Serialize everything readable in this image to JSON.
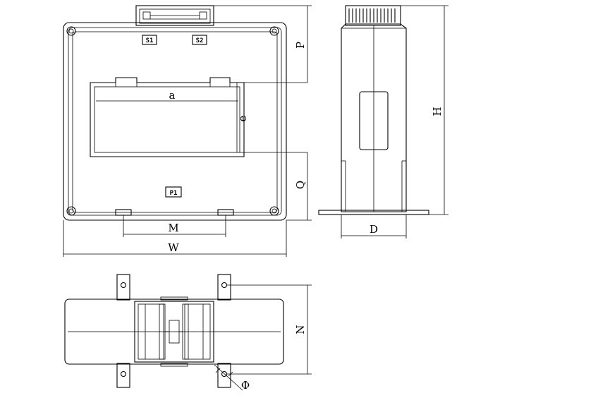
{
  "terminals": {
    "s1": "S1",
    "s2": "S2",
    "p1": "P1"
  },
  "dimensions": {
    "a": "a",
    "e": "e",
    "p": "P",
    "q": "Q",
    "m": "M",
    "w": "W",
    "h": "H",
    "d": "D",
    "n": "N",
    "phi": "Φ"
  }
}
